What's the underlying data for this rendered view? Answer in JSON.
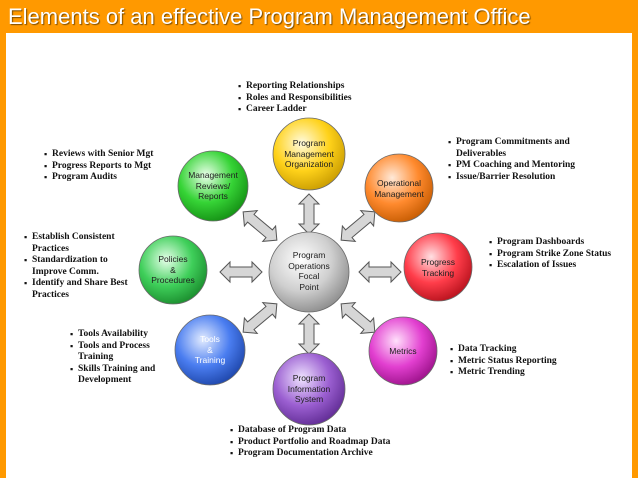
{
  "title": "Elements of an effective Program Management Office",
  "colors": {
    "background": "#ff9900",
    "center": "#bdbdbd",
    "pmo": "#ffd21a",
    "operational": "#ff8a2e",
    "progress": "#ff3d4a",
    "metrics": "#e23fd0",
    "information": "#9b5fd1",
    "tools": "#4a7df0",
    "policies": "#3fcf5a",
    "reviews": "#36d436",
    "arrow": "#bfbfbf"
  },
  "nodes": {
    "center": "Program\nOperations\nFocal\nPoint",
    "pmo": "Program\nManagement\nOrganization",
    "operational": "Operational\nManagement",
    "progress": "Progress\nTracking",
    "metrics": "Metrics",
    "information": "Program\nInformation\nSystem",
    "tools": "Tools\n&\nTraining",
    "policies": "Policies\n&\nProcedures",
    "reviews": "Management\nReviews/\nReports"
  },
  "bullets": {
    "top": [
      "Reporting Relationships",
      "Roles and Responsibilities",
      "Career Ladder"
    ],
    "top_left": [
      "Reviews with Senior Mgt",
      "Progress Reports to Mgt",
      "Program Audits"
    ],
    "top_right": [
      "Program Commitments and Deliverables",
      "PM Coaching and Mentoring",
      "Issue/Barrier Resolution"
    ],
    "left": [
      "Establish Consistent Practices",
      "Standardization to Improve Comm.",
      "Identify and Share Best Practices"
    ],
    "right": [
      "Program Dashboards",
      "Program Strike Zone Status",
      "Escalation of Issues"
    ],
    "bottom_left": [
      "Tools Availability",
      "Tools and Process Training",
      "Skills Training and Development"
    ],
    "bottom_right": [
      "Data Tracking",
      "Metric Status Reporting",
      "Metric Trending"
    ],
    "bottom": [
      "Database of Program Data",
      "Product Portfolio and Roadmap Data",
      "Program Documentation Archive"
    ]
  }
}
